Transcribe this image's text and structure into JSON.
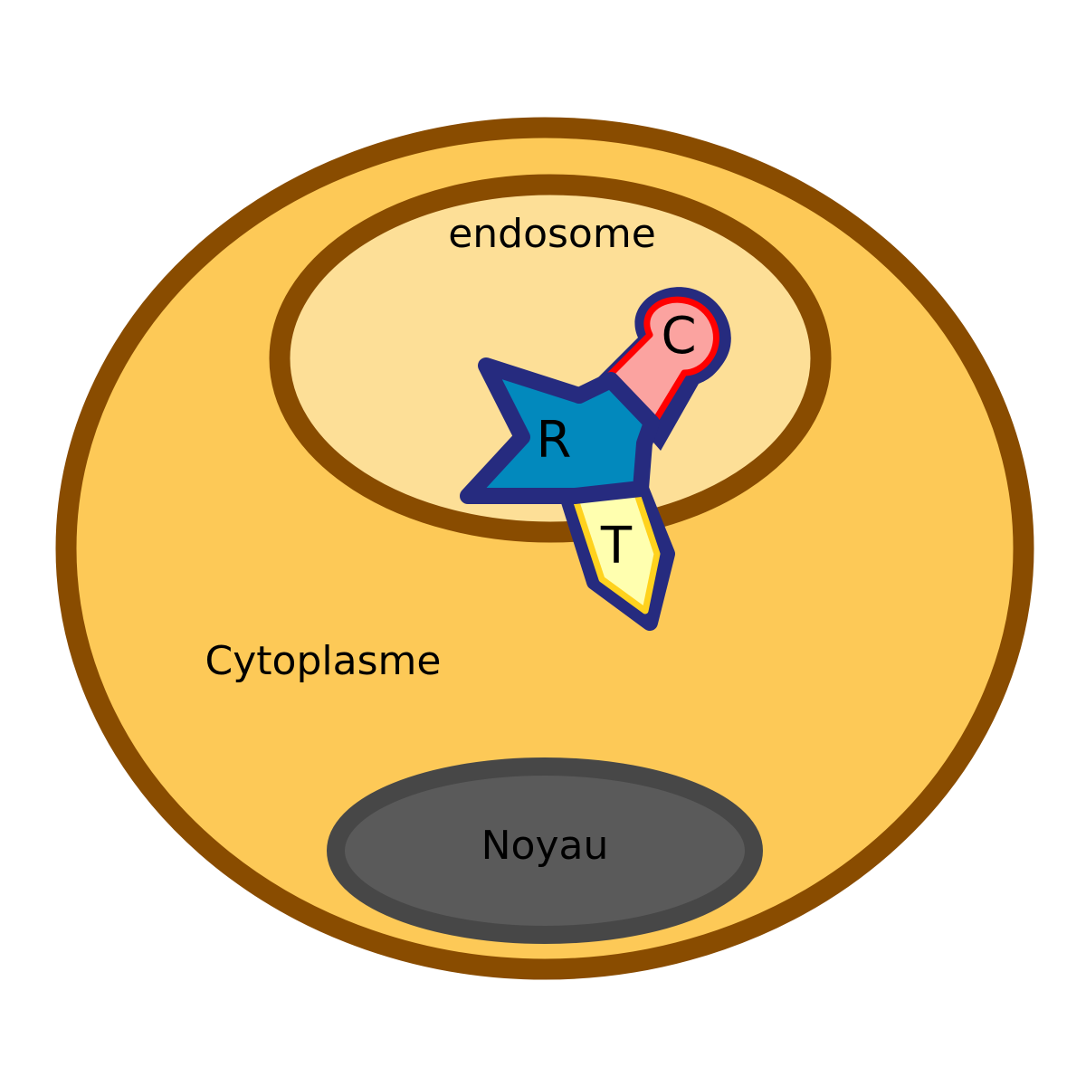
{
  "labels": {
    "endosome": "endosome",
    "cytoplasm": "Cytoplasme",
    "nucleus": "Noyau",
    "receptor": "R",
    "catalytic": "C",
    "translocation": "T"
  },
  "colors": {
    "cell_fill": "#fdc957",
    "cell_stroke": "#894c00",
    "endosome_fill": "#fddf97",
    "endosome_stroke": "#894c00",
    "nucleus_fill": "#5a5a5a",
    "nucleus_stroke": "#474747",
    "receptor_fill": "#0289bd",
    "outline": "#262b7f",
    "catalytic_fill": "#fba3a0",
    "catalytic_stroke": "#ff0000",
    "translocation_fill": "#ffffaf",
    "translocation_stroke": "#ffd21e"
  }
}
